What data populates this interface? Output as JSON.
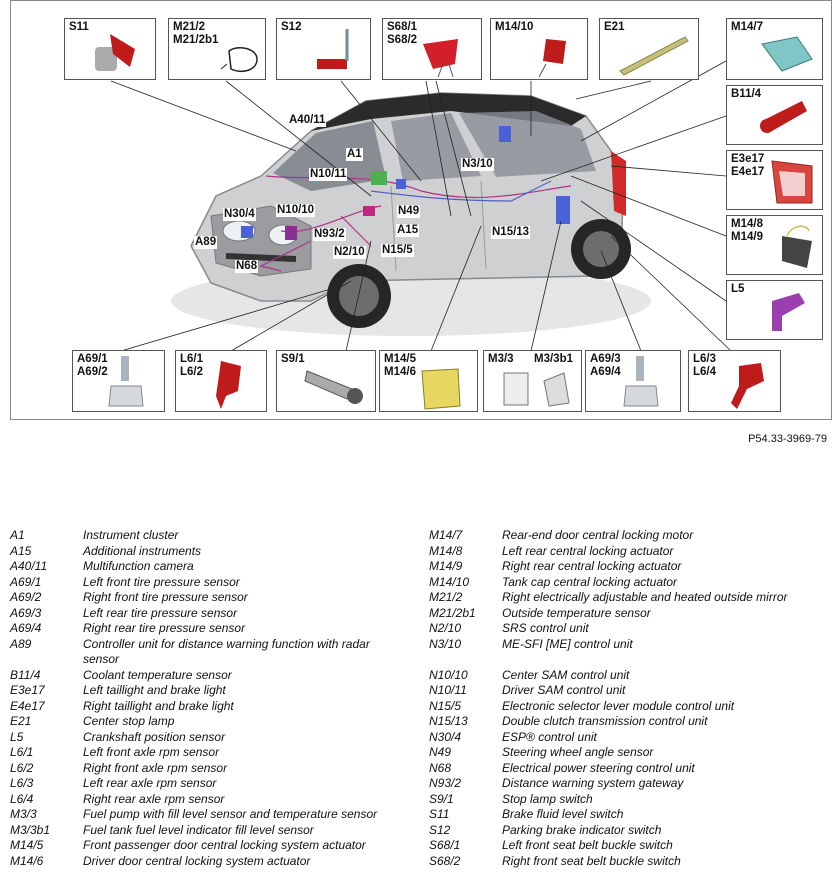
{
  "figure": {
    "reference": "P54.33-3969-79",
    "boxes_top": [
      {
        "label": "S11"
      },
      {
        "label": "M21/2\nM21/2b1"
      },
      {
        "label": "S12"
      },
      {
        "label": "S68/1\nS68/2"
      },
      {
        "label": "M14/10"
      },
      {
        "label": "E21"
      }
    ],
    "boxes_right": [
      {
        "label": "M14/7"
      },
      {
        "label": "B11/4"
      },
      {
        "label": "E3e17\nE4e17"
      },
      {
        "label": "M14/8\nM14/9"
      },
      {
        "label": "L5"
      }
    ],
    "boxes_bottom": [
      {
        "label": "A69/1\nA69/2"
      },
      {
        "label": "L6/1\nL6/2"
      },
      {
        "label": "S9/1"
      },
      {
        "label": "M14/5\nM14/6"
      },
      {
        "label": "M3/3",
        "label2": "M3/3b1"
      },
      {
        "label": "A69/3\nA69/4"
      },
      {
        "label": "L6/3\nL6/4"
      }
    ],
    "car_labels": [
      "A40/11",
      "A1",
      "N10/11",
      "N3/10",
      "N30/4",
      "N10/10",
      "N49",
      "A15",
      "N93/2",
      "A89",
      "N2/10",
      "N15/5",
      "N68",
      "N15/13"
    ]
  },
  "legend": {
    "left": [
      {
        "code": "A1",
        "desc": "Instrument cluster"
      },
      {
        "code": "A15",
        "desc": "Additional instruments"
      },
      {
        "code": "A40/11",
        "desc": "Multifunction camera"
      },
      {
        "code": "A69/1",
        "desc": "Left front tire pressure sensor"
      },
      {
        "code": "A69/2",
        "desc": "Right front tire pressure sensor"
      },
      {
        "code": "A69/3",
        "desc": "Left rear tire pressure sensor"
      },
      {
        "code": "A69/4",
        "desc": "Right rear tire pressure sensor"
      },
      {
        "code": "A89",
        "desc": "Controller unit for distance warning function with radar sensor"
      },
      {
        "code": "B11/4",
        "desc": "Coolant temperature sensor"
      },
      {
        "code": "E3e17",
        "desc": "Left taillight and brake light"
      },
      {
        "code": "E4e17",
        "desc": "Right taillight and brake light"
      },
      {
        "code": "E21",
        "desc": "Center stop lamp"
      },
      {
        "code": "L5",
        "desc": "Crankshaft position sensor"
      },
      {
        "code": "L6/1",
        "desc": "Left front axle rpm sensor"
      },
      {
        "code": "L6/2",
        "desc": "Right front axle rpm sensor"
      },
      {
        "code": "L6/3",
        "desc": "Left rear axle rpm sensor"
      },
      {
        "code": "L6/4",
        "desc": "Right rear axle rpm sensor"
      },
      {
        "code": "M3/3",
        "desc": "Fuel pump with fill level sensor and temperature sensor"
      },
      {
        "code": "M3/3b1",
        "desc": "Fuel tank fuel level indicator fill level sensor"
      },
      {
        "code": "M14/5",
        "desc": "Front passenger door central locking system actuator"
      },
      {
        "code": "M14/6",
        "desc": "Driver door central locking system actuator"
      }
    ],
    "right": [
      {
        "code": "M14/7",
        "desc": "Rear-end door central locking motor"
      },
      {
        "code": "M14/8",
        "desc": "Left rear central locking actuator"
      },
      {
        "code": "M14/9",
        "desc": "Right rear central locking actuator"
      },
      {
        "code": "M14/10",
        "desc": "Tank cap central locking actuator"
      },
      {
        "code": "M21/2",
        "desc": "Right electrically adjustable and heated outside mirror"
      },
      {
        "code": "M21/2b1",
        "desc": "Outside temperature sensor"
      },
      {
        "code": "N2/10",
        "desc": "SRS control unit"
      },
      {
        "code": "N3/10",
        "desc": "ME-SFI [ME] control unit"
      },
      {
        "code": "",
        "desc": ""
      },
      {
        "code": "N10/10",
        "desc": "Center SAM control unit"
      },
      {
        "code": "N10/11",
        "desc": "Driver SAM control unit"
      },
      {
        "code": "N15/5",
        "desc": "Electronic selector lever module control unit"
      },
      {
        "code": "N15/13",
        "desc": "Double clutch transmission control unit"
      },
      {
        "code": "N30/4",
        "desc": "ESP® control unit"
      },
      {
        "code": "N49",
        "desc": "Steering wheel angle sensor"
      },
      {
        "code": "N68",
        "desc": "Electrical power steering control unit"
      },
      {
        "code": "N93/2",
        "desc": "Distance warning system gateway"
      },
      {
        "code": "S9/1",
        "desc": "Stop lamp switch"
      },
      {
        "code": "S11",
        "desc": "Brake fluid level switch"
      },
      {
        "code": "S12",
        "desc": "Parking brake indicator switch"
      },
      {
        "code": "S68/1",
        "desc": "Left front seat belt buckle switch"
      },
      {
        "code": "S68/2",
        "desc": "Right front seat belt buckle switch"
      }
    ]
  }
}
